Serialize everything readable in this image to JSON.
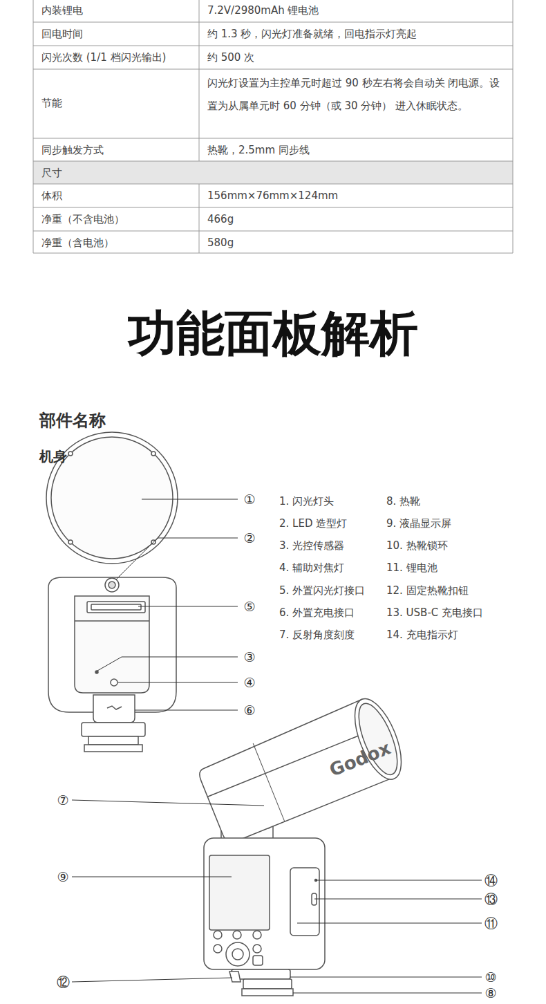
{
  "diagram": {
    "title": "功能面板解析",
    "labels": [
      "内装锂电",
      "7.2V/2980mAh 锂电池",
      "回电时间",
      "约 1.3 秒，闪光灯准备就绪，回电指示灯亮起",
      "闪光次数 (1/1 档闪光输出)",
      "约 500 次",
      "节能",
      "闪光灯设置为主控单元时超过 90 秒左右将会自动关 闭电源。设置为从属单元时 60 分钟（或 30 分钟） 进入休眠状态。",
      "同步触发方式",
      "热靴，2.5mm 同步线",
      "尺寸",
      "体积",
      "156mm×76mm×124mm",
      "净重（不含电池）",
      "466g",
      "净重（含电池）",
      "580g",
      "部件名称",
      "机身",
      "①",
      "②",
      "⑤",
      "③",
      "④",
      "⑥",
      "1. 闪光灯头",
      "8. 热靴",
      "2. LED 造型灯",
      "9. 液晶显示屏",
      "3. 光控传感器",
      "10. 热靴锁环",
      "4. 辅助对焦灯",
      "11. 锂电池",
      "5. 外置闪光灯接口",
      "12. 固定热靴扣钮",
      "6. 外置充电接口",
      "13. USB-C 充电接口",
      "7. 反射角度刻度",
      "14. 充电指示灯",
      "Godox",
      "⑦",
      "⑨",
      "⑭",
      "⑬",
      "⑪",
      "⑩",
      "⑫",
      "⑧"
    ]
  }
}
